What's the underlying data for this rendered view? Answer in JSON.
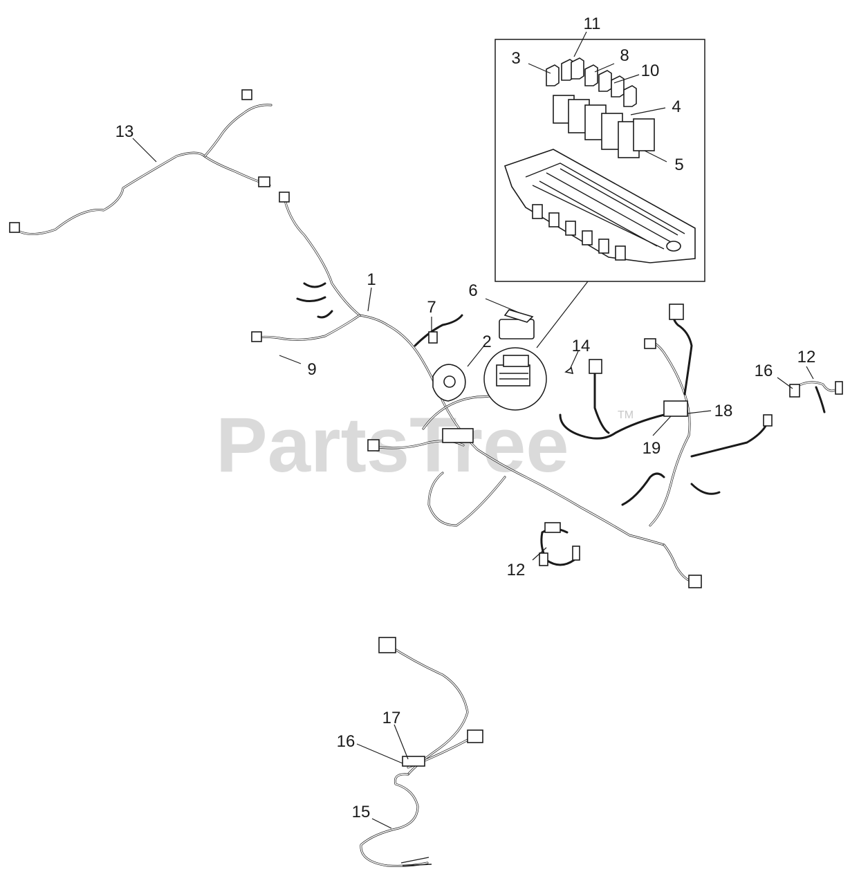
{
  "watermark": {
    "text": "PartsTree",
    "tm": "TM"
  },
  "callouts": [
    {
      "id": "c1",
      "label": "1"
    },
    {
      "id": "c2",
      "label": "2"
    },
    {
      "id": "c3",
      "label": "3"
    },
    {
      "id": "c4",
      "label": "4"
    },
    {
      "id": "c5",
      "label": "5"
    },
    {
      "id": "c6",
      "label": "6"
    },
    {
      "id": "c7",
      "label": "7"
    },
    {
      "id": "c8",
      "label": "8"
    },
    {
      "id": "c9",
      "label": "9"
    },
    {
      "id": "c10",
      "label": "10"
    },
    {
      "id": "c11",
      "label": "11"
    },
    {
      "id": "c12a",
      "label": "12"
    },
    {
      "id": "c12b",
      "label": "12"
    },
    {
      "id": "c13",
      "label": "13"
    },
    {
      "id": "c14",
      "label": "14"
    },
    {
      "id": "c15",
      "label": "15"
    },
    {
      "id": "c16a",
      "label": "16"
    },
    {
      "id": "c16b",
      "label": "16"
    },
    {
      "id": "c17",
      "label": "17"
    },
    {
      "id": "c18",
      "label": "18"
    },
    {
      "id": "c19",
      "label": "19"
    }
  ]
}
